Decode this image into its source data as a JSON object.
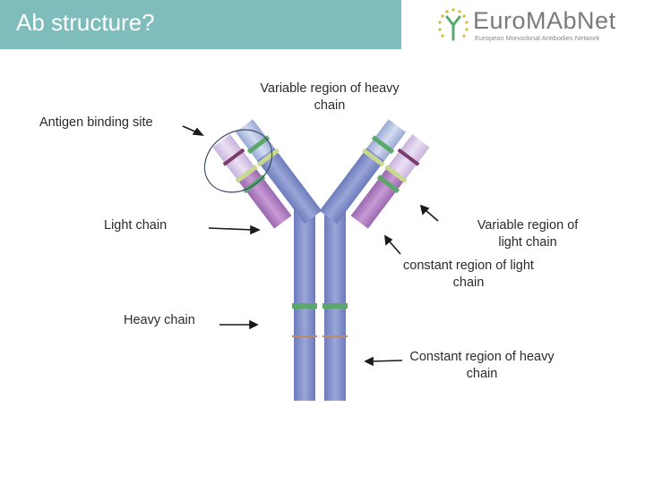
{
  "slide": {
    "title": "Ab structure?",
    "accent_color": "#7fbcbc"
  },
  "logo": {
    "name": "EuroMAbNet",
    "tagline": "European Monoclonal Antibodies Network",
    "icon": "laurel-antibody-icon"
  },
  "labels": {
    "variable_heavy": "Variable region of heavy chain",
    "antigen_site": "Antigen binding site",
    "light_chain": "Light chain",
    "variable_light": "Variable region of light  chain",
    "constant_light": "constant region of light  chain",
    "heavy_chain": "Heavy chain",
    "constant_heavy": "Constant region of heavy chain"
  },
  "colors": {
    "heavy_chain": "#8090c8",
    "light_chain": "#b07cc0",
    "variable_region": "#aab8de",
    "disulfide_band": "#5aa86a",
    "hinge": "#c0876a"
  }
}
